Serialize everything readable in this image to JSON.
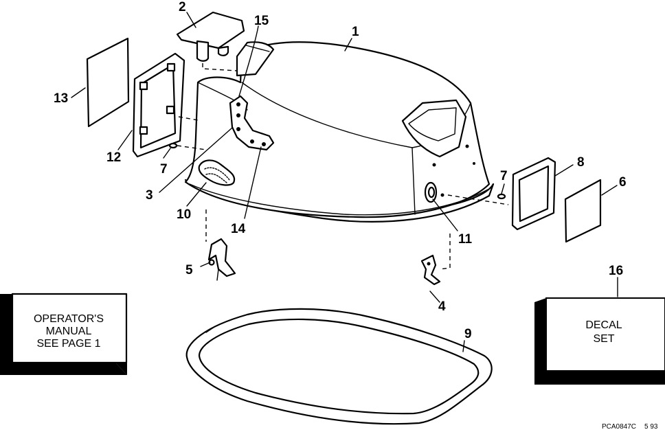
{
  "callouts": {
    "c1": "1",
    "c2": "2",
    "c3": "3",
    "c4": "4",
    "c5": "5",
    "c6": "6",
    "c7a": "7",
    "c7b": "7",
    "c8": "8",
    "c9": "9",
    "c10": "10",
    "c11": "11",
    "c12": "12",
    "c13": "13",
    "c14": "14",
    "c15": "15",
    "c16": "16"
  },
  "operator_box": {
    "line1": "OPERATOR'S",
    "line2": "MANUAL",
    "line3": "SEE PAGE 1"
  },
  "decal_box": {
    "line1": "DECAL",
    "line2": "SET"
  },
  "footer": {
    "code": "PCA0847C",
    "date": "5 93"
  }
}
